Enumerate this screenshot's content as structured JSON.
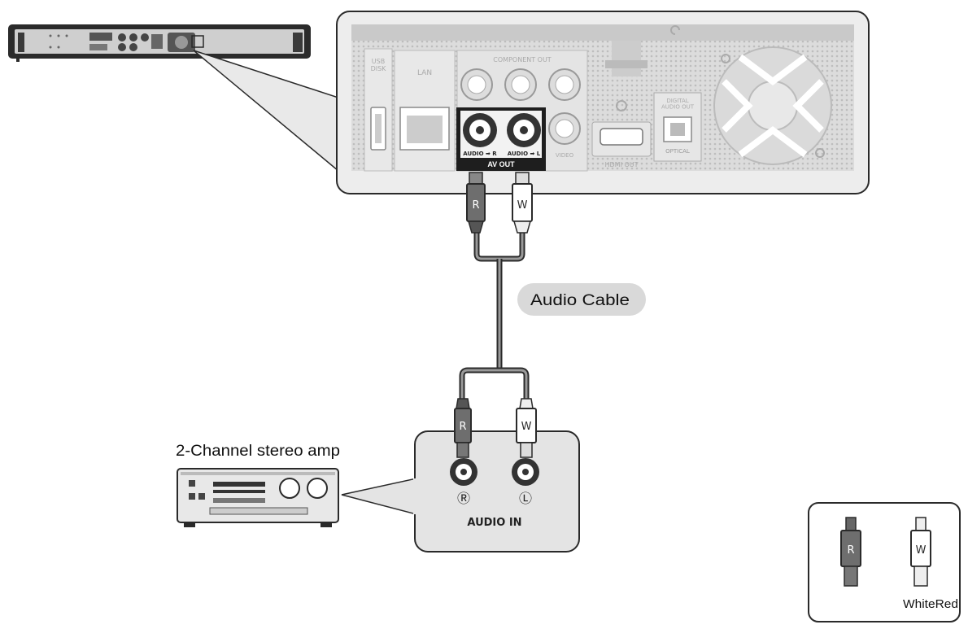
{
  "player_panel": {
    "usb_label": "USB\nDISK",
    "lan_label": "LAN",
    "component_label": "COMPONENT OUT",
    "audio_r_label": "AUDIO ➡ R",
    "audio_l_label": "AUDIO ➡ L",
    "video_label": "VIDEO",
    "av_out_label": "AV OUT",
    "hdmi_label": "HDMI OUT",
    "digital_label": "DIGITAL\nAUDIO OUT",
    "optical_label": "OPTICAL"
  },
  "plugs": {
    "red_letter": "R",
    "white_letter": "W"
  },
  "cable_label": "Audio Cable",
  "amp_label": "2-Channel stereo amp",
  "amp_panel": {
    "jack_r_symbol": "Ⓡ",
    "jack_l_symbol": "Ⓛ",
    "audio_in_label": "AUDIO IN"
  },
  "legend": {
    "red_letter": "R",
    "white_letter": "W",
    "text": "WhiteRed"
  },
  "colors": {
    "red_plug": "#6e6e6e",
    "white_plug": "#ffffff",
    "panel_fill": "#e4e4e4",
    "outline": "#2a2a2a"
  }
}
